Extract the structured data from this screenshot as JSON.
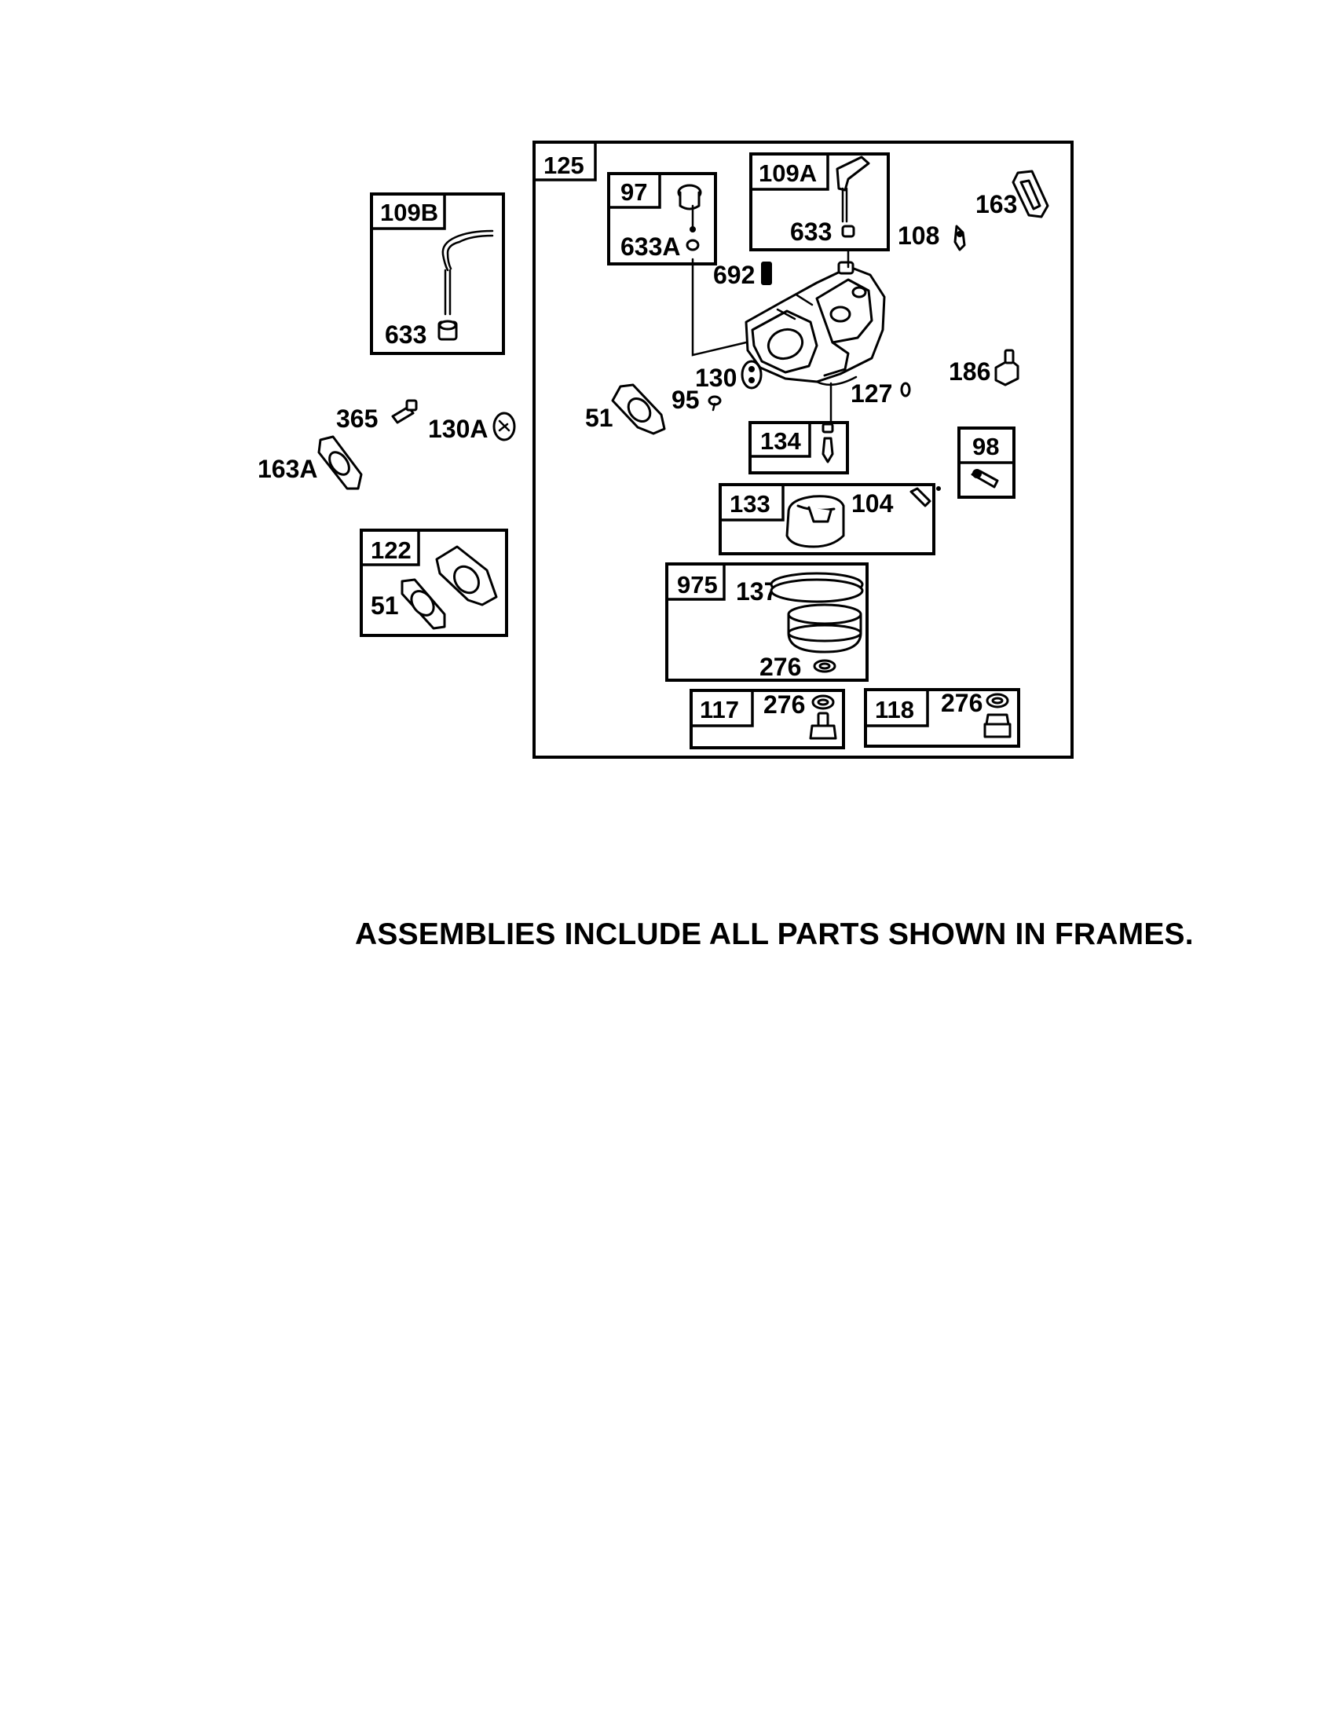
{
  "frames": {
    "f125": "125",
    "f97": "97",
    "f109A": "109A",
    "f109B": "109B",
    "f134": "134",
    "f98": "98",
    "f133": "133",
    "f975": "975",
    "f117": "117",
    "f118": "118",
    "f122": "122"
  },
  "parts": {
    "p633A": "633A",
    "p633_a": "633",
    "p633_b": "633",
    "p692": "692",
    "p108": "108",
    "p163": "163",
    "p130": "130",
    "p95": "95",
    "p127": "127",
    "p186": "186",
    "p51_a": "51",
    "p51_b": "51",
    "p104": "104",
    "p137": "137",
    "p276_a": "276",
    "p276_b": "276",
    "p276_c": "276",
    "p365": "365",
    "p130A": "130A",
    "p163A": "163A"
  },
  "caption": "ASSEMBLIES INCLUDE ALL PARTS SHOWN IN FRAMES."
}
